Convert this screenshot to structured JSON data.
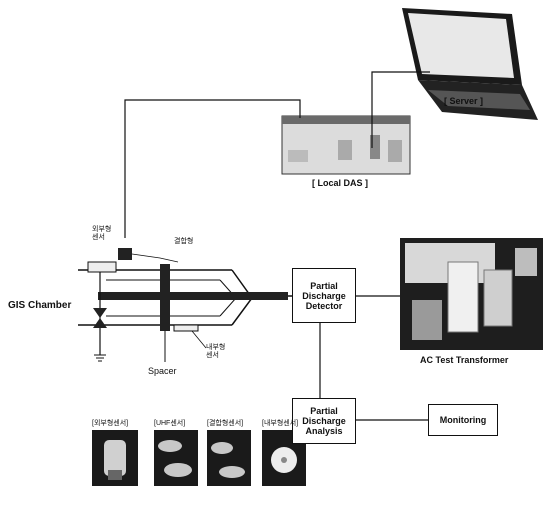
{
  "labels": {
    "server": "[ Server ]",
    "local_das": "[ Local DAS ]",
    "gis_chamber": "GIS Chamber",
    "spacer": "Spacer",
    "ac_transformer": "AC Test Transformer",
    "sensor_top_1": "외부형\n센서",
    "sensor_top_2": "결합형",
    "sensor_bottom": "내부형\n센서"
  },
  "boxes": {
    "detector": "Partial\nDischarge\nDetector",
    "analysis": "Partial\nDischarge\nAnalysis",
    "monitoring": "Monitoring"
  },
  "sensor_photos": [
    {
      "label": "[외부형센서]"
    },
    {
      "label": "[UHF센서]"
    },
    {
      "label": "[결합형센서]"
    },
    {
      "label": "[내부형센서]"
    }
  ]
}
